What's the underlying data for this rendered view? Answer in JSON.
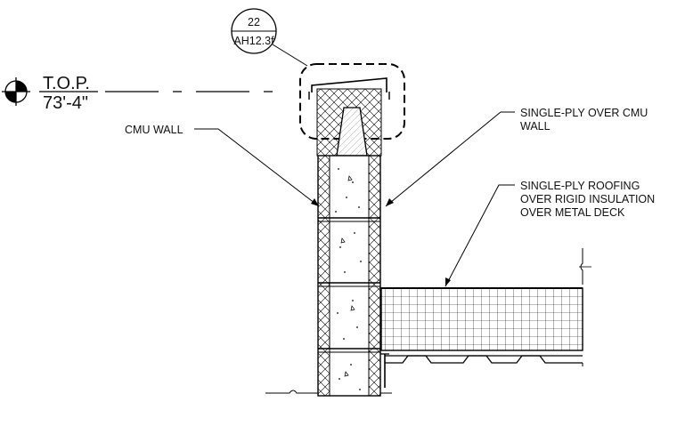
{
  "detail_tag": {
    "number": "22",
    "sheet": "AH12.3f"
  },
  "elevation_marker": {
    "name": "T.O.P.",
    "value": "73'-4\""
  },
  "labels": {
    "cmu_wall": "CMU WALL",
    "single_ply_cmu": [
      "SINGLE-PLY OVER CMU",
      "WALL"
    ],
    "roofing": [
      "SINGLE-PLY ROOFING",
      "OVER RIGID INSULATION",
      "OVER METAL DECK"
    ]
  },
  "icons": {
    "elevation_target": "elevation-datum-symbol",
    "break_line": "break-line-symbol"
  }
}
